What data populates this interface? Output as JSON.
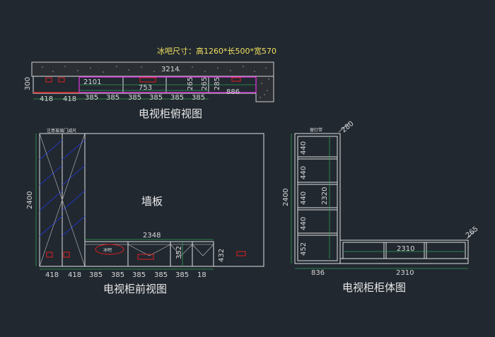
{
  "colors": {
    "background": "#212830",
    "outline": "#e0e0e0",
    "dimension": "#30a050",
    "glass_hatch": "#2436c8",
    "device": "#e02020",
    "magenta_edge": "#d030d0",
    "note_text": "#f0e060"
  },
  "note": "冰吧尺寸：高1260*长500*宽570",
  "top_view": {
    "title": "电视柜俯视图",
    "overall_width": "3214",
    "depth_left": "300",
    "depth_right_a": "265",
    "depth_right_b": "265",
    "depth_right_c": "285",
    "inner_span": "2101",
    "inner_segment": "753",
    "right_leg": "886",
    "bottom_dims": [
      "418",
      "418",
      "385",
      "385",
      "385",
      "385",
      "385",
      "385"
    ]
  },
  "front_view": {
    "title": "电视柜前视图",
    "height": "2400",
    "low_cabinet_width": "2348",
    "low_cabinet_height": "432",
    "drawer_height": "352",
    "wall_label": "墙板",
    "door_note": "注意玻璃门减尺",
    "fridge_label": "冰吧",
    "bottom_dims": [
      "418",
      "418",
      "385",
      "385",
      "385",
      "385",
      "385",
      "18"
    ]
  },
  "body_view": {
    "title": "电视柜柜体图",
    "height_outer": "2400",
    "height_inner": "2320",
    "shelf_dims": [
      "440",
      "440",
      "440",
      "440",
      "452"
    ],
    "top_depth": "280",
    "right_depth": "265",
    "low_span": "2310",
    "low_total": "2310",
    "left_width": "836",
    "light_label": "留灯带"
  }
}
